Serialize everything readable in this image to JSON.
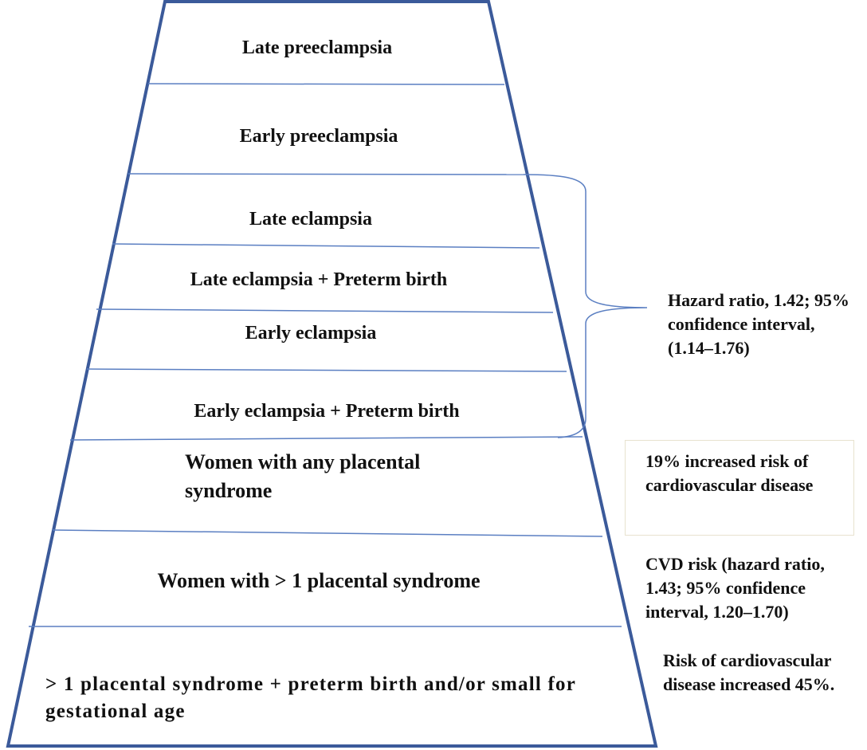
{
  "pyramid": {
    "levels": [
      "Late preeclampsia",
      "Early preeclampsia",
      "Late eclampsia",
      "Late eclampsia + Preterm birth",
      "Early eclampsia",
      "Early eclampsia + Preterm birth",
      "Women with any placental syndrome",
      "Women with > 1 placental syndrome",
      "> 1 placental syndrome + preterm birth and/or small for gestational age"
    ]
  },
  "annotations": {
    "eclampsia_bracket": "Hazard ratio, 1.42; 95% confidence interval, (1.14–1.76)",
    "any_placental": "19% increased risk of cardiovascular disease",
    "multi_placental": "CVD risk (hazard ratio, 1.43; 95% confidence interval, 1.20–1.70)",
    "multi_preterm": "Risk of cardiovascular disease increased 45%."
  },
  "colors": {
    "outline": "#3b5a9a",
    "divider": "#5b7fc2"
  }
}
